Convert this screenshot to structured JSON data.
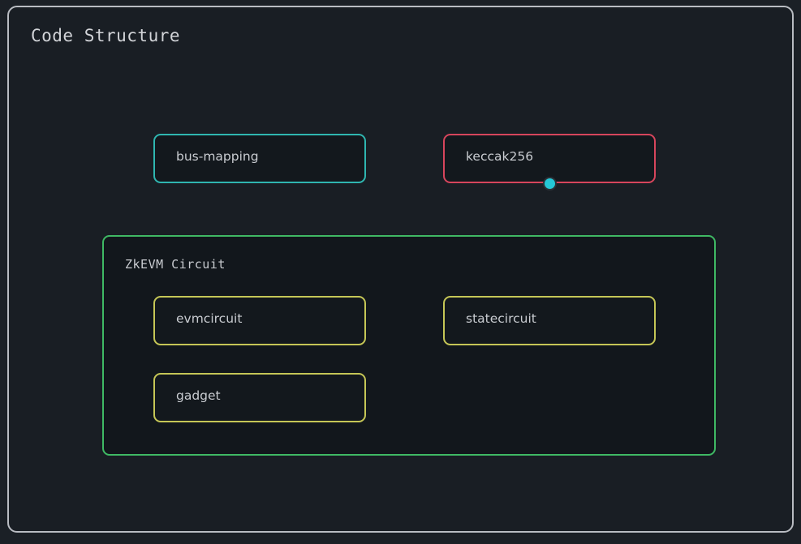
{
  "page": {
    "background": "#1b2026"
  },
  "panel": {
    "title": "Code Structure",
    "border_color": "#b9bcc2",
    "background": "#191e24"
  },
  "nodes": [
    {
      "id": "bus-mapping",
      "label": "bus-mapping",
      "border_color": "#2fb6b0",
      "background": "#13181d"
    },
    {
      "id": "keccak256",
      "label": "keccak256",
      "border_color": "#d6455c",
      "background": "#13181d"
    },
    {
      "id": "evmcircuit",
      "label": "evmcircuit",
      "border_color": "#c5c656",
      "background": "#13181d"
    },
    {
      "id": "statecircuit",
      "label": "statecircuit",
      "border_color": "#c5c656",
      "background": "#13181d"
    },
    {
      "id": "gadget",
      "label": "gadget",
      "border_color": "#c5c656",
      "background": "#13181d"
    }
  ],
  "groups": [
    {
      "id": "zkevm-circuit",
      "label": "ZkEVM Circuit",
      "border_color": "#3fb964",
      "background": "#12171c"
    }
  ],
  "connectors": [
    {
      "id": "keccak-endpoint",
      "attached_to": "keccak256",
      "color": "#25c7d6",
      "ring_color": "#2b3036"
    }
  ]
}
